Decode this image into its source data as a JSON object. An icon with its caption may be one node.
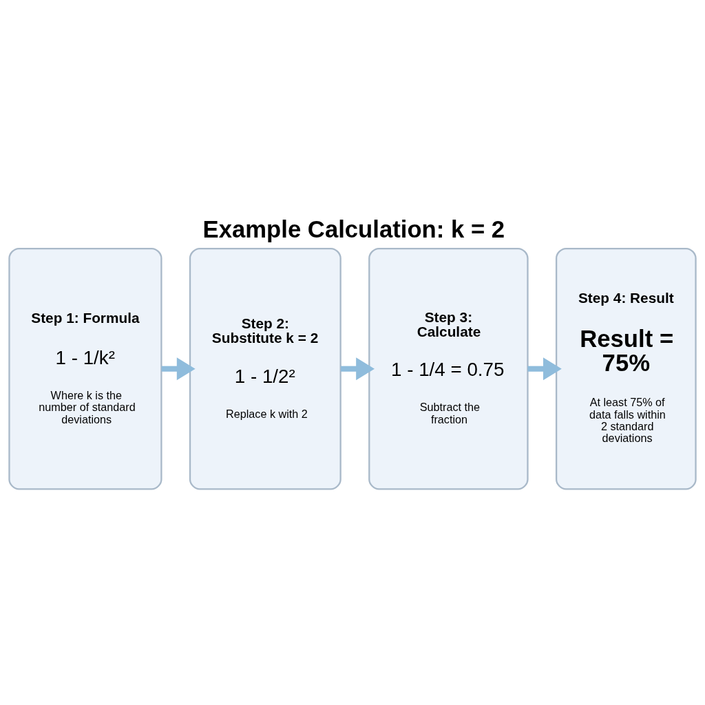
{
  "diagram": {
    "title": "Example Calculation: k = 2",
    "nodes": [
      {
        "text": [
          "Step 1: Formula",
          "1 - 1/k²",
          "Where k is the number of standard deviations"
        ]
      },
      {
        "text": [
          "Step 2: Substitute k = 2",
          "1 - 1/2²",
          "Replace k with 2"
        ]
      },
      {
        "text": [
          "Step 3: Calculate",
          "1 - 1/4 = 0.75",
          "Subtract the fraction"
        ]
      },
      {
        "text": [
          "Step 4: Result",
          "Result = 75%",
          "At least 75% of data falls within 2 standard deviations"
        ]
      }
    ],
    "edges": [
      {
        "from": 0,
        "to": 1,
        "arrow": "to"
      },
      {
        "from": 1,
        "to": 2,
        "arrow": "to"
      },
      {
        "from": 2,
        "to": 3,
        "arrow": "to"
      }
    ]
  }
}
